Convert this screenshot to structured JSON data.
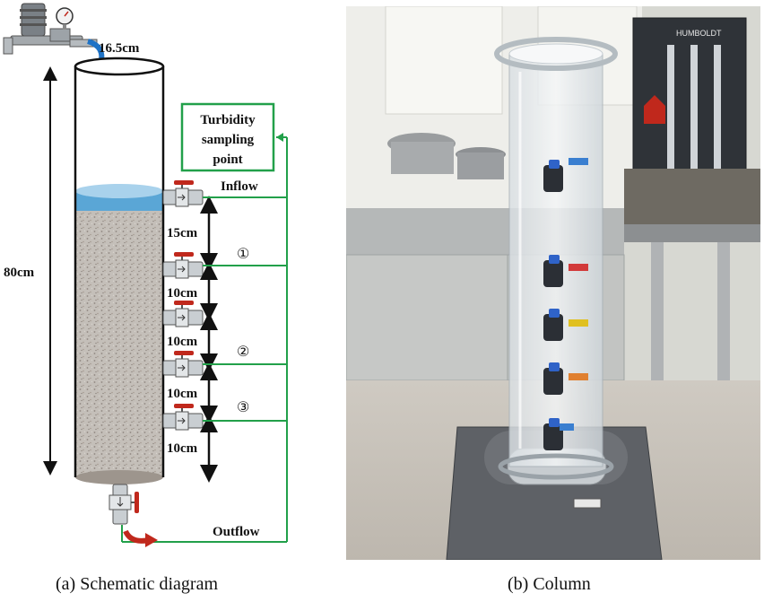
{
  "schematic": {
    "diameter_label": "16.5cm",
    "height_label": "80cm",
    "sampling_box_text": [
      "Turbidity",
      "sampling",
      "point"
    ],
    "inflow_label": "Inflow",
    "outflow_label": "Outflow",
    "spacing_labels": [
      "15cm",
      "10cm",
      "10cm",
      "10cm",
      "10cm"
    ],
    "port_markers": [
      "①",
      "②",
      "③"
    ],
    "colors": {
      "sampling_line": "#22a04a",
      "water": "#5aa6d6",
      "sand": "#b9b3ad",
      "flow_arrow_in": "#1f73c6",
      "flow_arrow_out": "#c0281c"
    }
  },
  "photo": {
    "panel_text": [
      "HUMBOLDT"
    ],
    "port_tag_colors": [
      "#3a7fd0",
      "#d23a3a",
      "#e0c020",
      "#e08030",
      "#3a7fd0"
    ]
  },
  "captions": {
    "left": "(a) Schematic diagram",
    "right": "(b) Column"
  }
}
